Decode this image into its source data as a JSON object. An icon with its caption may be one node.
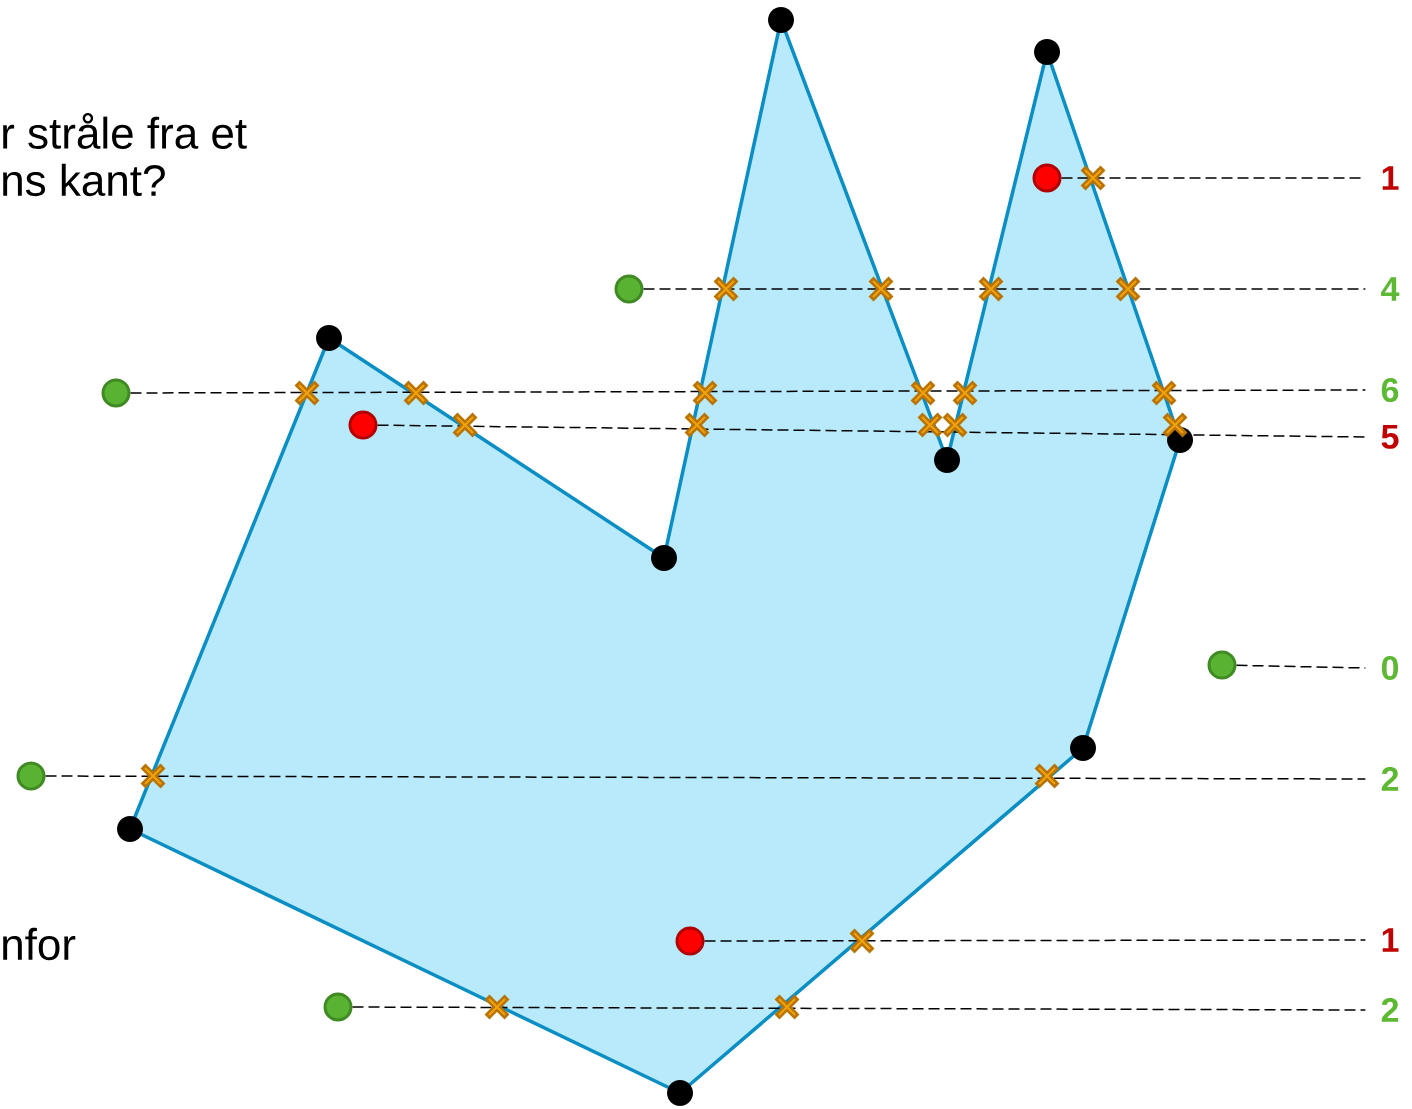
{
  "diagram": {
    "nodes": [
      {
        "text": [],
        "shape": "circle"
      },
      {
        "text": [
          "1"
        ]
      },
      {
        "text": [],
        "shape": "circle"
      },
      {
        "text": [
          "4"
        ]
      },
      {
        "text": [],
        "shape": "circle"
      },
      {
        "text": [
          "6"
        ]
      },
      {
        "text": [],
        "shape": "circle"
      },
      {
        "text": [
          "5"
        ]
      },
      {
        "text": [],
        "shape": "circle"
      },
      {
        "text": [
          "0"
        ]
      },
      {
        "text": [],
        "shape": "circle"
      },
      {
        "text": [
          "2"
        ]
      },
      {
        "text": [],
        "shape": "circle"
      },
      {
        "text": [
          "1"
        ]
      },
      {
        "text": [],
        "shape": "circle"
      },
      {
        "text": [
          "2"
        ]
      }
    ],
    "edges": [
      {
        "from": 0,
        "to": 1,
        "arrow": "none",
        "style": "dashed"
      },
      {
        "from": 2,
        "to": 3,
        "arrow": "none",
        "style": "dashed"
      },
      {
        "from": 4,
        "to": 5,
        "arrow": "none",
        "style": "dashed"
      },
      {
        "from": 6,
        "to": 7,
        "arrow": "none",
        "style": "dashed"
      },
      {
        "from": 8,
        "to": 9,
        "arrow": "none",
        "style": "dashed"
      },
      {
        "from": 10,
        "to": 11,
        "arrow": "none",
        "style": "dashed"
      },
      {
        "from": 12,
        "to": 13,
        "arrow": "none",
        "style": "dashed"
      },
      {
        "from": 14,
        "to": 15,
        "arrow": "none",
        "style": "dashed"
      }
    ],
    "labels": [
      "r stråle fra et",
      "ns kant?",
      "nfor"
    ]
  }
}
